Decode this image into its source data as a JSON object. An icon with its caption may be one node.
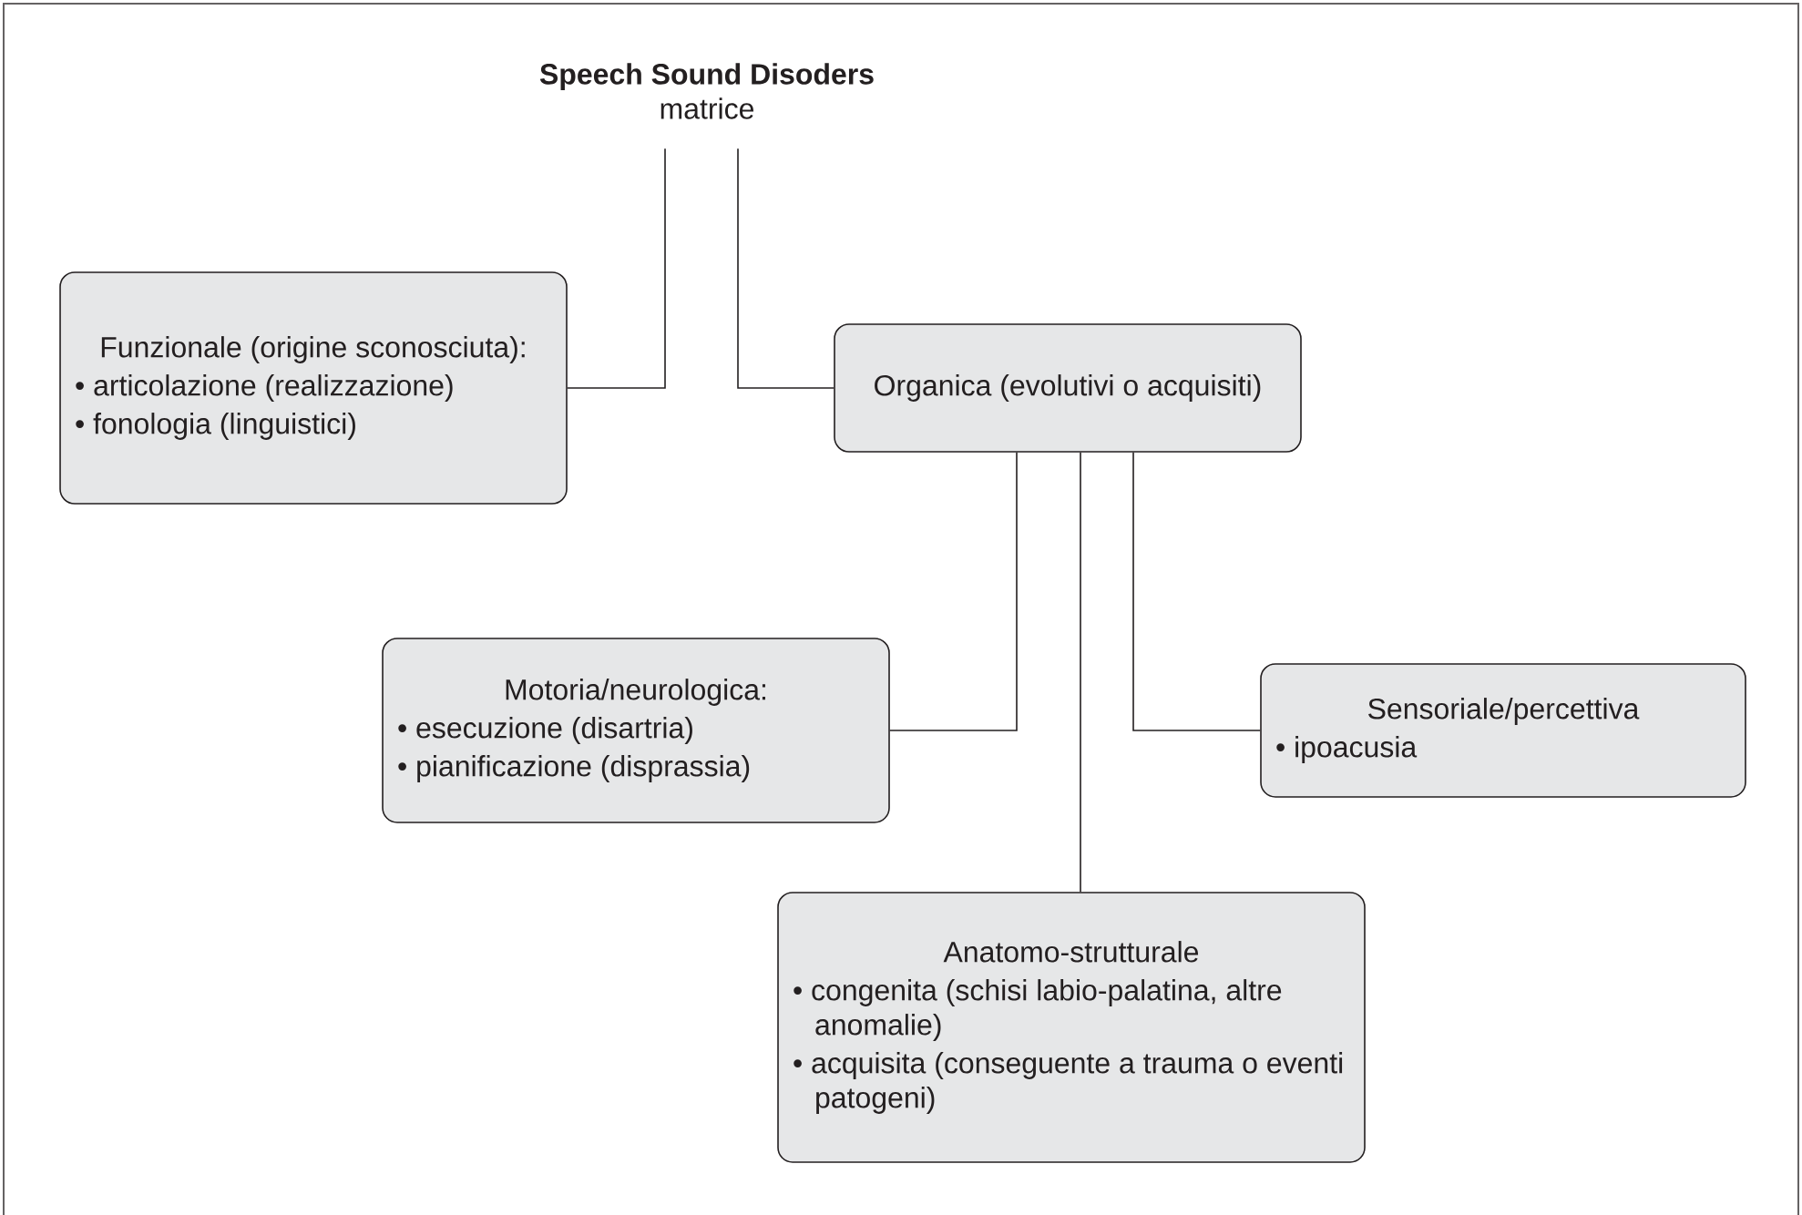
{
  "diagram": {
    "nodes": [
      {
        "text": [
          "Speech Sound Disoders",
          "matrice"
        ]
      },
      {
        "text": [
          "Funzionale (origine sconosciuta):",
          "• articolazione (realizzazione)",
          "• fonologia (linguistici)"
        ]
      },
      {
        "text": [
          "Organica (evolutivi o acquisiti)"
        ]
      },
      {
        "text": [
          "Motoria/neurologica:",
          "• esecuzione (disartria)",
          "• pianificazione (disprassia)"
        ]
      },
      {
        "text": [
          "Sensoriale/percettiva",
          "• ipoacusia"
        ]
      },
      {
        "text": [
          "Anatomo-strutturale",
          "• congenita (schisi labio-palatina, altre anomalie)",
          "• acquisita (conseguente a trauma o eventi patogeni)"
        ]
      }
    ],
    "edges": [
      {
        "from": 0,
        "to": 1,
        "arrow": "none"
      },
      {
        "from": 0,
        "to": 2,
        "arrow": "none"
      },
      {
        "from": 2,
        "to": 3,
        "arrow": "none"
      },
      {
        "from": 2,
        "to": 4,
        "arrow": "none"
      },
      {
        "from": 2,
        "to": 5,
        "arrow": "none"
      }
    ]
  }
}
